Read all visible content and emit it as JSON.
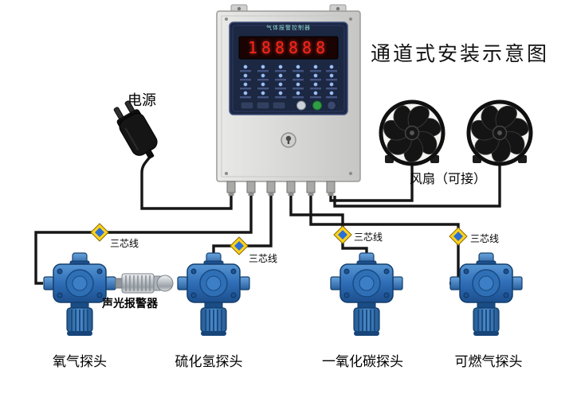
{
  "title": "通道式安装示意图",
  "controller": {
    "panel_title": "气体报警控制器",
    "display_value": "188888"
  },
  "labels": {
    "power": "电源",
    "fans": "风扇（可接）",
    "alarm": "声光报警器",
    "wire": "三芯线"
  },
  "detectors": [
    {
      "label": "氧气探头"
    },
    {
      "label": "硫化氢探头"
    },
    {
      "label": "一氧化碳探头"
    },
    {
      "label": "可燃气探头"
    }
  ],
  "colors": {
    "detector_blue": "#2e6db6",
    "panel_navy": "#1c2742",
    "display_red": "#ff2415",
    "wire_black": "#161616",
    "diamond_yellow": "#ffd21e",
    "diamond_blue": "#2b6fd4"
  }
}
